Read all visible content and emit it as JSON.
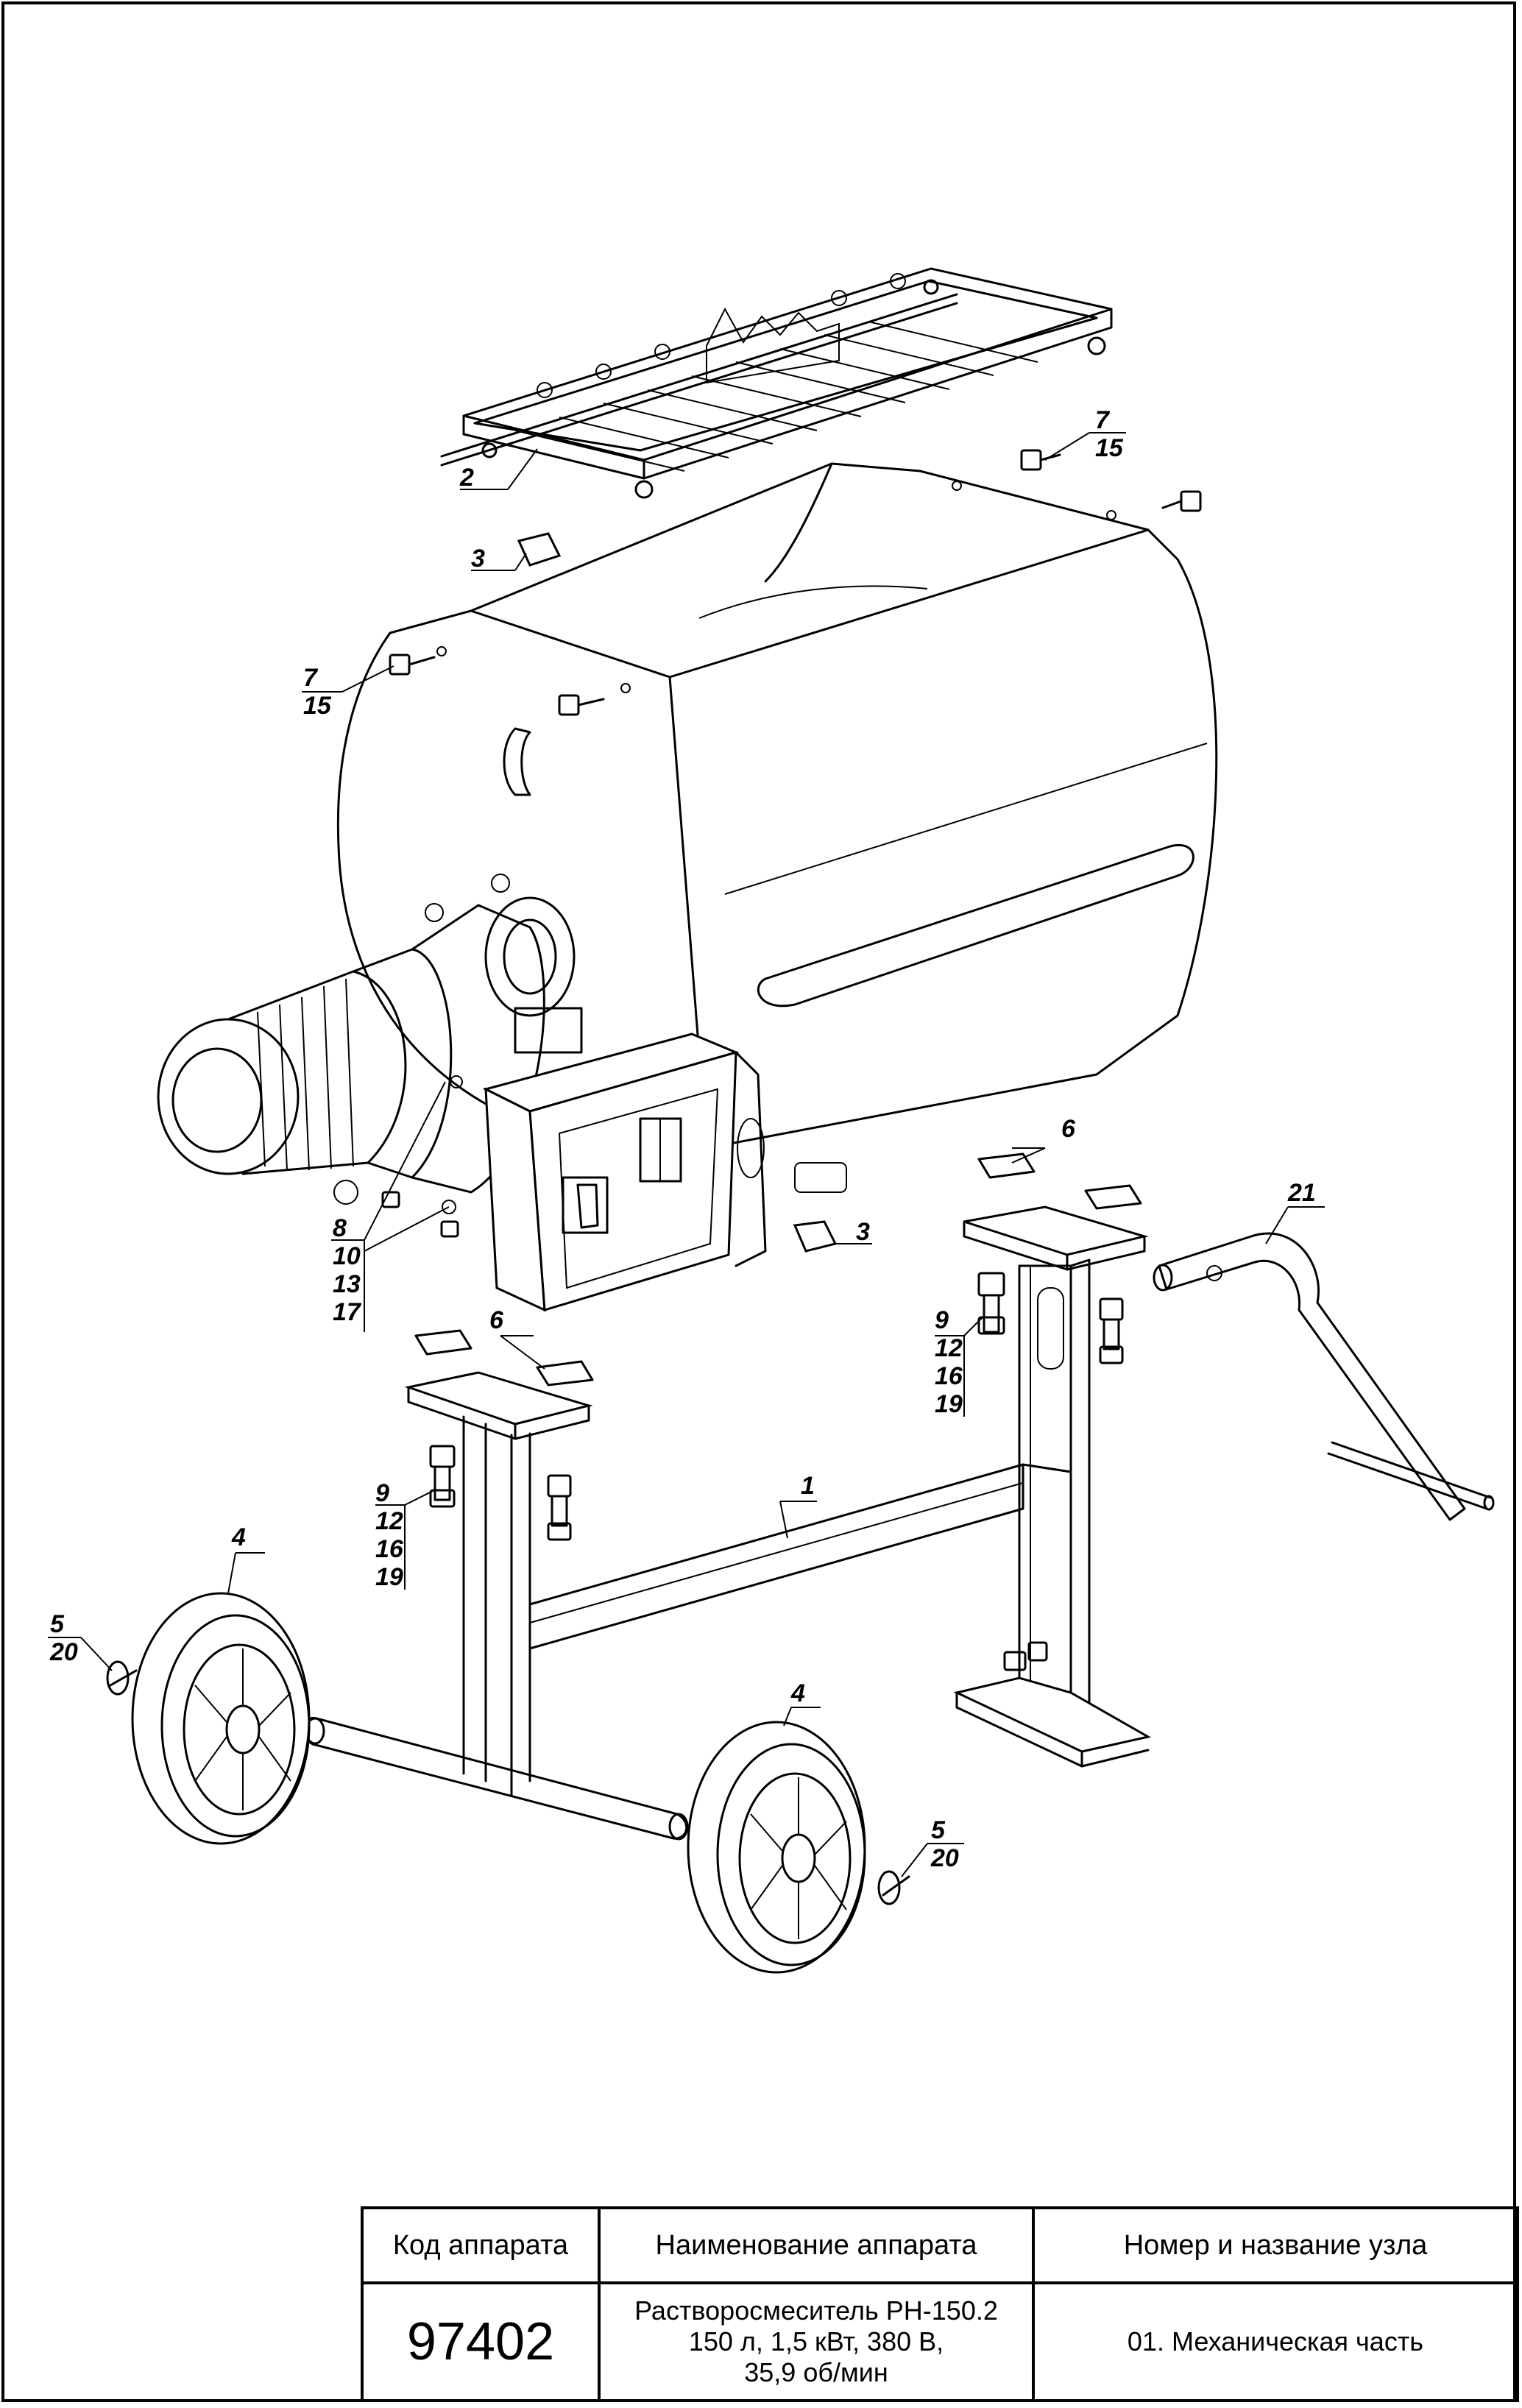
{
  "title_block": {
    "headers": {
      "code": "Код аппарата",
      "name": "Наименование аппарата",
      "unit": "Номер и название узла"
    },
    "code_value": "97402",
    "name_lines": [
      "Растворосмеситель РН-150.2",
      "150 л, 1,5 кВт, 380 В,",
      "35,9 об/мин"
    ],
    "unit_value": "01. Механическая часть"
  },
  "callouts": [
    {
      "id": "c2",
      "lines": [
        "2"
      ]
    },
    {
      "id": "c7a",
      "lines": [
        "7",
        "15"
      ]
    },
    {
      "id": "c3a",
      "lines": [
        "3"
      ]
    },
    {
      "id": "c7b",
      "lines": [
        "7",
        "15"
      ]
    },
    {
      "id": "c6a",
      "lines": [
        "6"
      ]
    },
    {
      "id": "c21",
      "lines": [
        "21"
      ]
    },
    {
      "id": "c8",
      "lines": [
        "8",
        "10",
        "13",
        "17"
      ]
    },
    {
      "id": "c3b",
      "lines": [
        "3"
      ]
    },
    {
      "id": "c9a",
      "lines": [
        "9",
        "12",
        "16",
        "19"
      ]
    },
    {
      "id": "c6b",
      "lines": [
        "6"
      ]
    },
    {
      "id": "c1",
      "lines": [
        "1"
      ]
    },
    {
      "id": "c9b",
      "lines": [
        "9",
        "12",
        "16",
        "19"
      ]
    },
    {
      "id": "c4a",
      "lines": [
        "4"
      ]
    },
    {
      "id": "c5a",
      "lines": [
        "5",
        "20"
      ]
    },
    {
      "id": "c4b",
      "lines": [
        "4"
      ]
    },
    {
      "id": "c5b",
      "lines": [
        "5",
        "20"
      ]
    }
  ]
}
